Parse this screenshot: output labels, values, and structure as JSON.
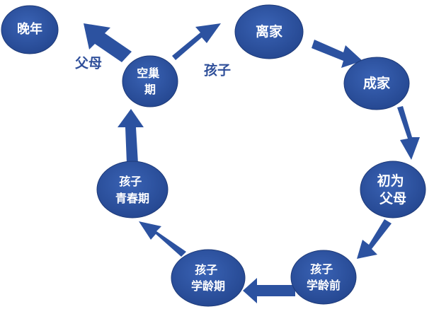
{
  "colors": {
    "node_fill": "#2c52a0",
    "node_edge": "#1e3a78",
    "arrow_fill": "#2c52a0",
    "label_color": "#2f4f9a"
  },
  "nodes": {
    "late_years": [
      "晚年"
    ],
    "empty_nest": [
      "空巢",
      "期"
    ],
    "leave_home": [
      "离家"
    ],
    "start_family": [
      "成家"
    ],
    "new_parents": [
      "初为",
      "父母"
    ],
    "preschool": [
      "孩子",
      "学龄前"
    ],
    "school_age": [
      "孩子",
      "学龄期"
    ],
    "adolescence": [
      "孩子",
      "青春期"
    ]
  },
  "labels": {
    "parents": "父母",
    "children": "孩子"
  }
}
